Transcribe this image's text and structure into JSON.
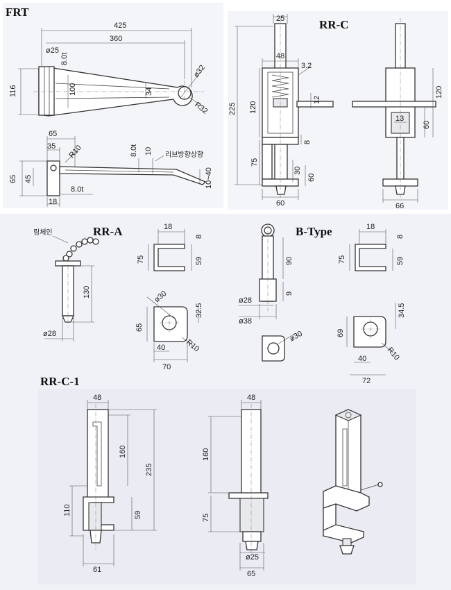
{
  "frt": {
    "title": "FRT",
    "dims": {
      "d425": "425",
      "d360": "360",
      "d25": "ø25",
      "d8t_a": "8.0t",
      "d116": "116",
      "d100": "100",
      "d34": "34",
      "d32": "ø32",
      "r32": "R32",
      "d65": "65",
      "d35": "35",
      "r10": "R10",
      "d8t_b": "8.0t",
      "d10": "10",
      "d65b": "65",
      "d45": "45",
      "d8t_c": "8.0t",
      "d18": "18",
      "d10_40": "10~40"
    },
    "note": "리브방향상향"
  },
  "rrc": {
    "title": "RR-C",
    "dims": {
      "d25": "25",
      "d48": "48",
      "d32": "3.2",
      "d120": "120",
      "d225": "225",
      "d12": "12",
      "d8": "8",
      "d75": "75",
      "d30": "30",
      "d60v": "60",
      "d60h": "60",
      "d120r": "120",
      "d60r": "60",
      "d13": "13",
      "d66": "66"
    }
  },
  "rra": {
    "title": "RR-A",
    "chain_label": "링체인",
    "dims": {
      "d130": "130",
      "d28": "ø28",
      "d18": "18",
      "d8": "8",
      "d75": "75",
      "d59": "59",
      "d30": "ø30",
      "d325": "32.5",
      "d65": "65",
      "r10": "R10",
      "d40": "40",
      "d70": "70"
    }
  },
  "btype": {
    "title": "B-Type",
    "dims": {
      "d90": "90",
      "d9": "9",
      "d28": "ø28",
      "d38": "ø38",
      "d30": "ø30",
      "d18": "18",
      "d8": "8",
      "d75": "75",
      "d59": "59",
      "d345": "34.5",
      "d69": "69",
      "r10": "R10",
      "d40": "40",
      "d72": "72"
    }
  },
  "rrc1": {
    "title": "RR-C-1",
    "dims": {
      "d48": "48",
      "d160": "160",
      "d235": "235",
      "d110": "110",
      "d59": "59",
      "d61": "61",
      "d48b": "48",
      "d160b": "160",
      "d75": "75",
      "d25": "ø25",
      "d65": "65"
    }
  }
}
